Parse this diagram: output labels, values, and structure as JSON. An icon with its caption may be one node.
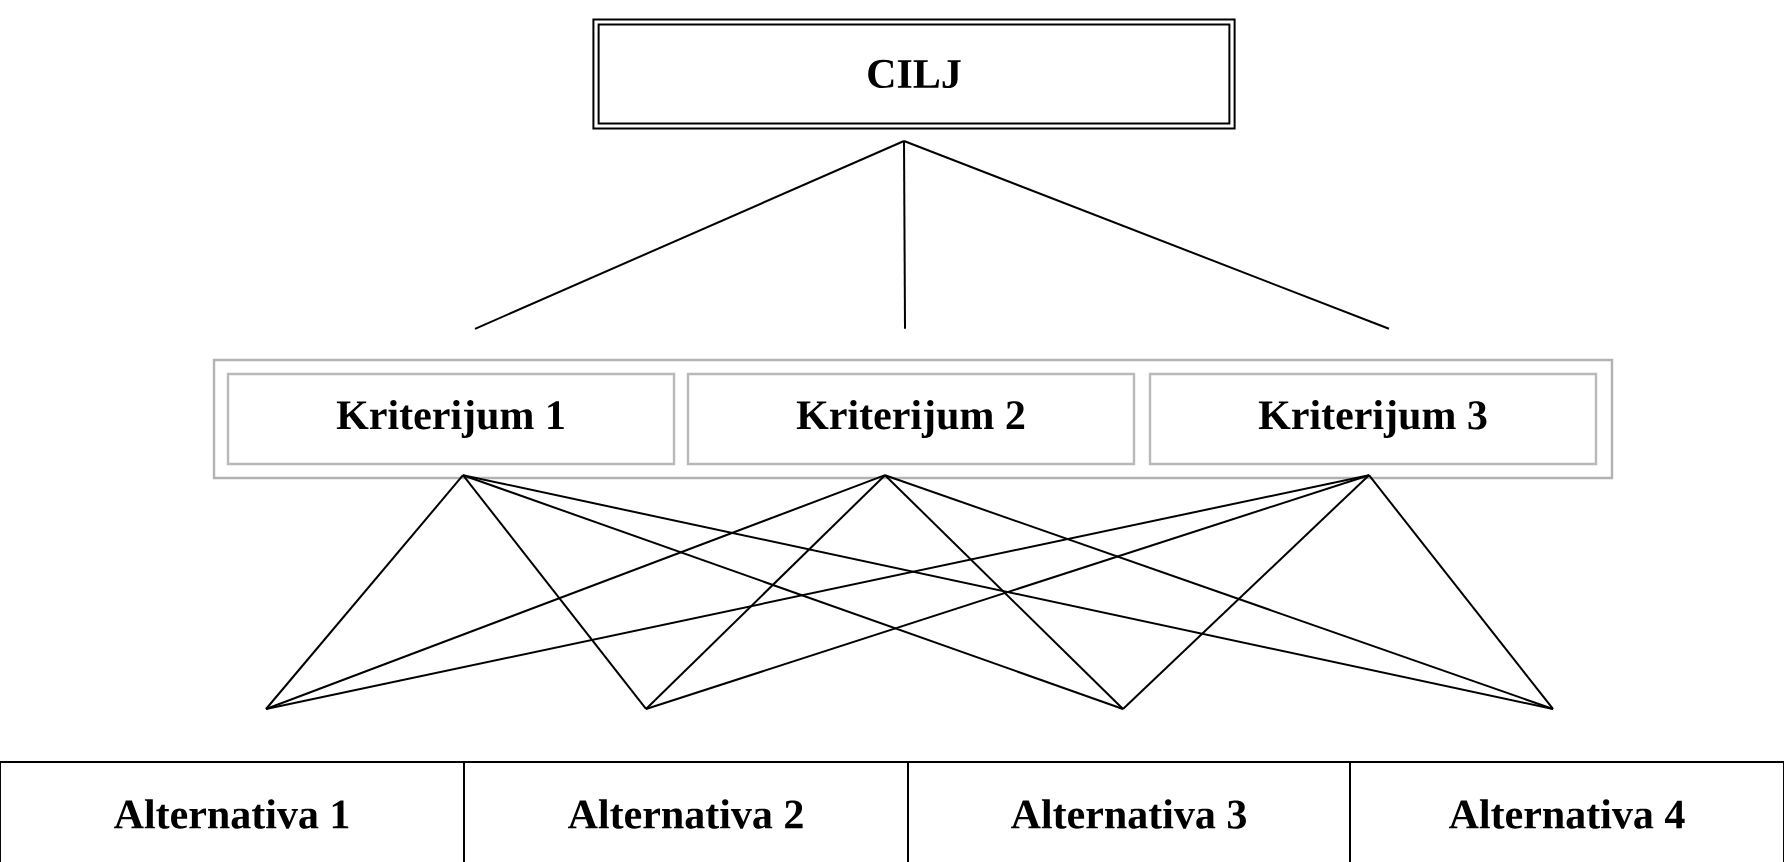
{
  "diagram": {
    "nodes": [
      {
        "text": [
          "CILJ"
        ]
      },
      {
        "text": [
          "Kriterijum 1"
        ]
      },
      {
        "text": [
          "Kriterijum 2"
        ]
      },
      {
        "text": [
          "Kriterijum 3"
        ]
      },
      {
        "text": [
          "Alternativa 1"
        ]
      },
      {
        "text": [
          "Alternativa 2"
        ]
      },
      {
        "text": [
          "Alternativa 3"
        ]
      },
      {
        "text": [
          "Alternativa 4"
        ]
      }
    ],
    "edges": [
      {
        "from": 0,
        "to": 1,
        "arrow": "none"
      },
      {
        "from": 0,
        "to": 2,
        "arrow": "none"
      },
      {
        "from": 0,
        "to": 3,
        "arrow": "none"
      },
      {
        "from": 1,
        "to": 4,
        "arrow": "none"
      },
      {
        "from": 1,
        "to": 5,
        "arrow": "none"
      },
      {
        "from": 1,
        "to": 6,
        "arrow": "none"
      },
      {
        "from": 1,
        "to": 7,
        "arrow": "none"
      },
      {
        "from": 2,
        "to": 4,
        "arrow": "none"
      },
      {
        "from": 2,
        "to": 5,
        "arrow": "none"
      },
      {
        "from": 2,
        "to": 6,
        "arrow": "none"
      },
      {
        "from": 2,
        "to": 7,
        "arrow": "none"
      },
      {
        "from": 3,
        "to": 4,
        "arrow": "none"
      },
      {
        "from": 3,
        "to": 5,
        "arrow": "none"
      },
      {
        "from": 3,
        "to": 6,
        "arrow": "none"
      },
      {
        "from": 3,
        "to": 7,
        "arrow": "none"
      }
    ]
  }
}
